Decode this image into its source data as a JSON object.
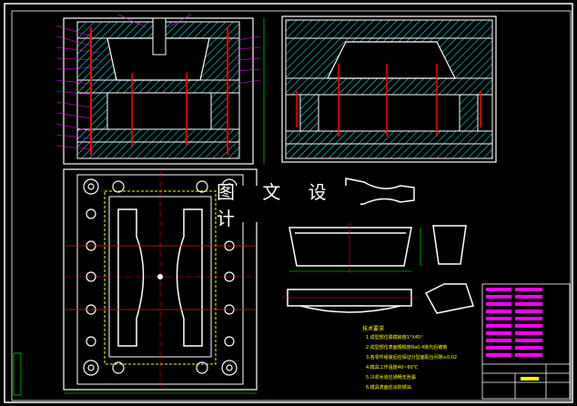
{
  "watermark": {
    "text": "图 文 设 计"
  },
  "notes": {
    "title": "技术要求",
    "items": [
      "1.成型部位脱模斜度1°X45°",
      "2.成型部位表面粗糙度Ra0.4抛光后镀铬",
      "3.各零件组装后应保证分型面配合间隙≤0.02",
      "4.模具工作温度40~60℃",
      "5.冷却水道应通畅无泄漏",
      "6.模具表面应涂防锈油"
    ]
  },
  "colors": {
    "frame": "#ffffff",
    "hatch": "#00ffff",
    "part": "#ff0000",
    "leader": "#ff00ff",
    "dim": "#00ff00",
    "text": "#ffff00",
    "bg": "#000000"
  }
}
